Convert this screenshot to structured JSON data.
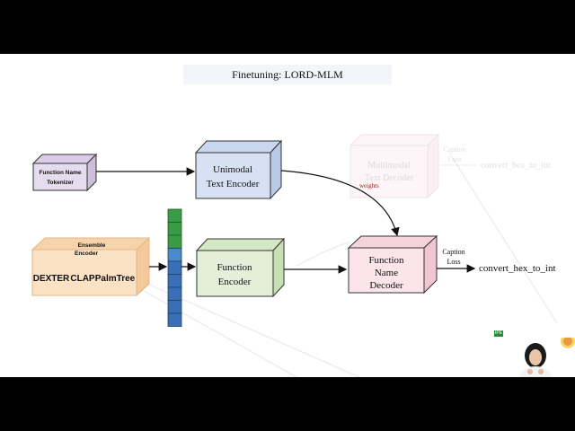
{
  "slide": {
    "title": "Finetuning: LORD-MLM"
  },
  "diagram": {
    "tokenizer_label": [
      "Function Name",
      "Tokenizer"
    ],
    "unimodal_label": [
      "Unimodal",
      "Text Encoder"
    ],
    "multimodal_faded_label": [
      "Multimodal",
      "Text Decoder"
    ],
    "caption_loss_faded": [
      "Caption",
      "Loss"
    ],
    "output_faded": "convert_hex_to_int",
    "weights_label": "weights",
    "ensemble_label": [
      "Ensemble",
      "Encoder"
    ],
    "ensemble_members": [
      "DEXTER",
      "CLAP",
      "PalmTree"
    ],
    "function_encoder_label": [
      "Function",
      "Encoder"
    ],
    "decoder_label": [
      "Function",
      "Name",
      "Decoder"
    ],
    "caption_loss": [
      "Caption",
      "Loss"
    ],
    "output": "convert_hex_to_int"
  },
  "colors": {
    "tokenizer": "#e6dcf0",
    "unimodal": "#d6e2f4",
    "ensemble": "#fbe2c4",
    "function_encoder": "#e3efd9",
    "decoder": "#fbe4ea",
    "vector_green": "#3a9a45",
    "vector_blue": "#3a6fb8",
    "weights_text": "#8b1a1a"
  },
  "presenter": {
    "badge_text": "IPE"
  }
}
